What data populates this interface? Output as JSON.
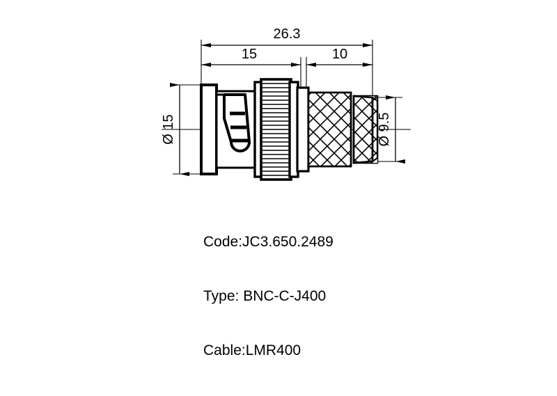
{
  "drawing": {
    "title": "BNC-C-J400 connector technical drawing",
    "line_color": "#000000",
    "background_color": "#ffffff",
    "dimensions": {
      "overall_length": {
        "label": "26.3",
        "name": "overall-length-dimension",
        "unit": "mm"
      },
      "body_length": {
        "label": "15",
        "name": "body-length-dimension",
        "unit": "mm"
      },
      "rear_length": {
        "label": "10",
        "name": "rear-length-dimension",
        "unit": "mm"
      },
      "front_diameter": {
        "label": "Ø 15",
        "name": "front-diameter-dimension",
        "unit": "mm"
      },
      "rear_diameter": {
        "label": "Ø 9.5",
        "name": "rear-diameter-dimension",
        "unit": "mm"
      }
    }
  },
  "specs": {
    "code_line": "Code:JC3.650.2489",
    "type_line": "Type: BNC-C-J400",
    "cable_line": "Cable:LMR400"
  }
}
